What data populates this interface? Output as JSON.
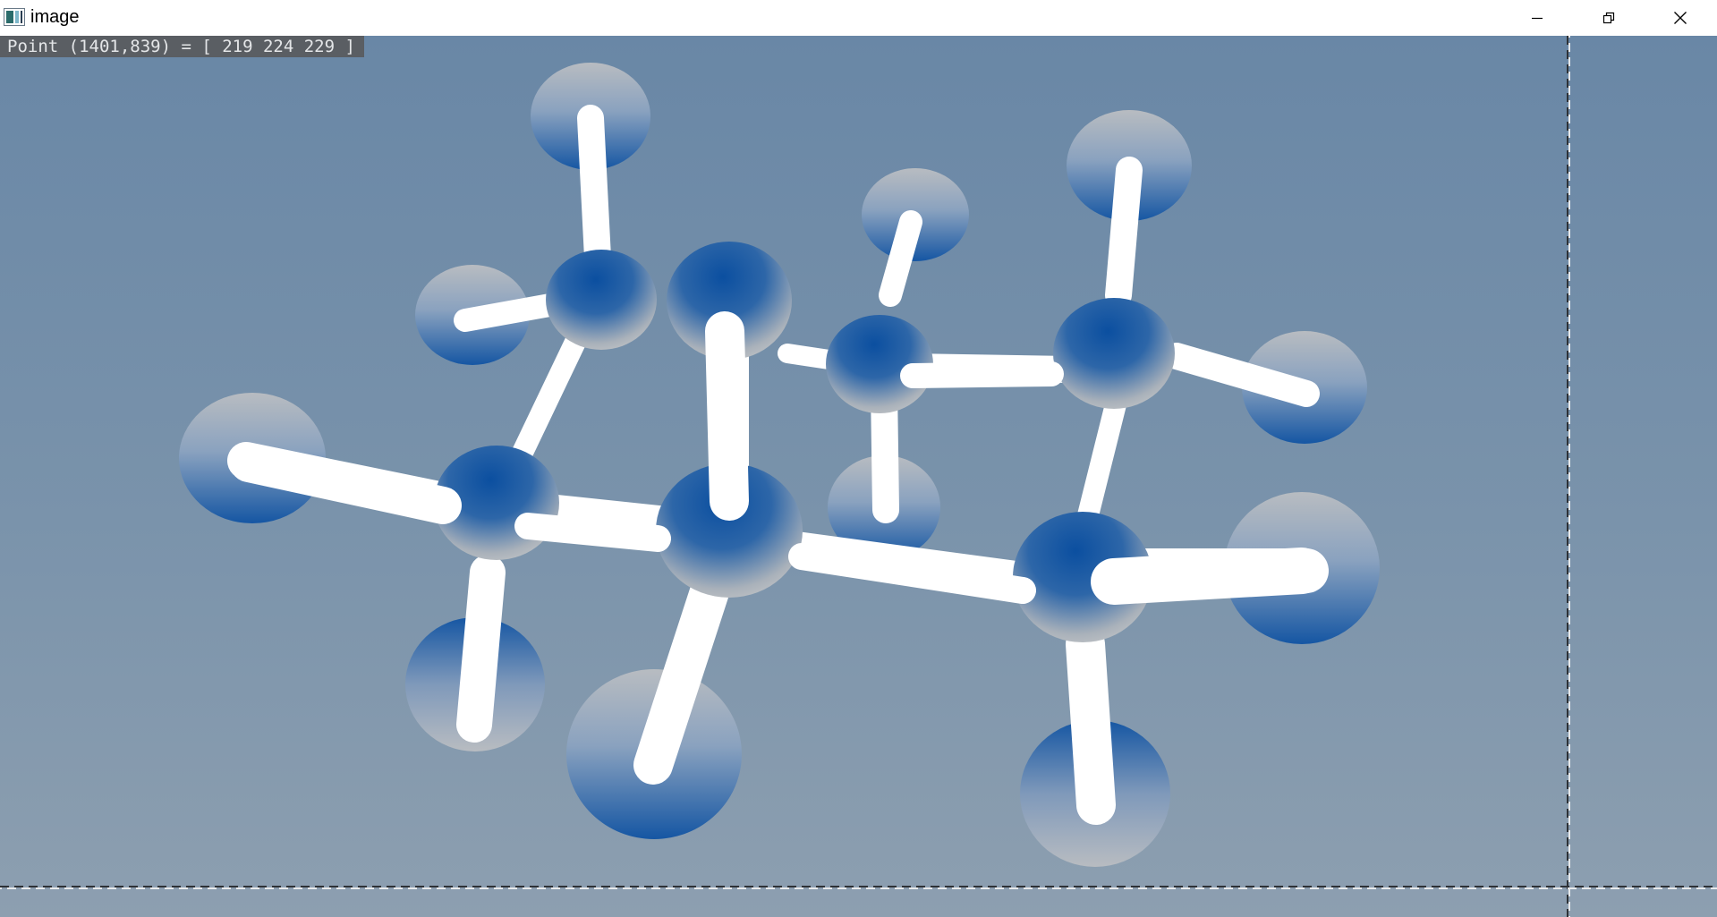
{
  "window": {
    "title": "image",
    "icon": "opencv-window-icon",
    "controls": {
      "minimize": "minimize-icon",
      "restore": "restore-icon",
      "close": "close-icon"
    }
  },
  "status": {
    "readout": "Point (1401,839) = [ 219 224 229 ]"
  },
  "scene": {
    "description_icon": "molecule-ball-and-stick-render",
    "colors": {
      "background_top": "#6a88a6",
      "background_bottom": "#8d9faf",
      "atom_blue": "#0b4fa0",
      "atom_grey": "#b9bcc0",
      "bond": "#ffffff",
      "guide_line": "#2d3136"
    }
  }
}
